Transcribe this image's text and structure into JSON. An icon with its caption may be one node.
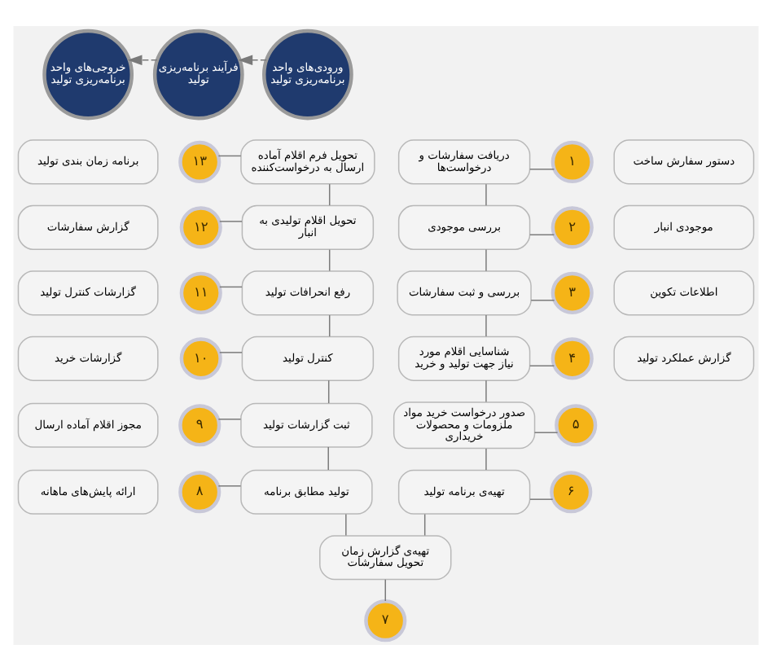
{
  "diagram": {
    "nodes": [
      {
        "text": [
          "ورودی‌های واحد برنامه‌ریزی تولید"
        ]
      },
      {
        "text": [
          "فرآیند برنامه‌ریزی تولید"
        ]
      },
      {
        "text": [
          "خروجی‌های واحد برنامه‌ریزی تولید"
        ]
      },
      {
        "text": [
          "دستور سفارش ساخت"
        ]
      },
      {
        "text": [
          "موجودی انبار"
        ]
      },
      {
        "text": [
          "اطلاعات تکوین"
        ]
      },
      {
        "text": [
          "گزارش عملکرد تولید"
        ]
      },
      {
        "text": [
          "برنامه زمان بندی تولید"
        ]
      },
      {
        "text": [
          "گزارش سفارشات"
        ]
      },
      {
        "text": [
          "گزارشات کنترل تولید"
        ]
      },
      {
        "text": [
          "گزارشات خرید"
        ]
      },
      {
        "text": [
          "مجوز اقلام آماده ارسال"
        ]
      },
      {
        "text": [
          "ارائه پایش‌های ماهانه"
        ]
      },
      {
        "text": [
          "دریافت سفارشات و درخواست‌ها"
        ]
      },
      {
        "text": [
          "۱"
        ]
      },
      {
        "text": [
          "بررسی موجودی"
        ]
      },
      {
        "text": [
          "۲"
        ]
      },
      {
        "text": [
          "بررسی و ثبت سفارشات"
        ]
      },
      {
        "text": [
          "۳"
        ]
      },
      {
        "text": [
          "شناسایی اقلام مورد نیاز جهت تولید و خرید"
        ]
      },
      {
        "text": [
          "۴"
        ]
      },
      {
        "text": [
          "صدور درخواست خرید مواد ملزومات و محصولات خریداری"
        ]
      },
      {
        "text": [
          "۵"
        ]
      },
      {
        "text": [
          "تهیه‌ی برنامه تولید"
        ]
      },
      {
        "text": [
          "۶"
        ]
      },
      {
        "text": [
          "تهیه‌ی گزارش زمان تحویل سفارشات"
        ]
      },
      {
        "text": [
          "۷"
        ]
      },
      {
        "text": [
          "تولید مطابق برنامه"
        ]
      },
      {
        "text": [
          "۸"
        ]
      },
      {
        "text": [
          "ثبت گزارشات تولید"
        ]
      },
      {
        "text": [
          "۹"
        ]
      },
      {
        "text": [
          "کنترل تولید"
        ]
      },
      {
        "text": [
          "۱۰"
        ]
      },
      {
        "text": [
          "رفع انحرافات تولید"
        ]
      },
      {
        "text": [
          "۱۱"
        ]
      },
      {
        "text": [
          "تحویل اقلام تولیدی به انبار"
        ]
      },
      {
        "text": [
          "۱۲"
        ]
      },
      {
        "text": [
          "تحویل فرم اقلام آماده ارسال به درخواست‌کننده"
        ]
      },
      {
        "text": [
          "۱۳"
        ]
      }
    ],
    "edges": [
      {
        "from": 0,
        "to": 1,
        "arrow": "to",
        "style": "dashed"
      },
      {
        "from": 1,
        "to": 2,
        "arrow": "to",
        "style": "dashed"
      },
      {
        "from": 13,
        "to": 14,
        "arrow": "none"
      },
      {
        "from": 15,
        "to": 16,
        "arrow": "none"
      },
      {
        "from": 17,
        "to": 18,
        "arrow": "none"
      },
      {
        "from": 19,
        "to": 20,
        "arrow": "none"
      },
      {
        "from": 21,
        "to": 22,
        "arrow": "none"
      },
      {
        "from": 23,
        "to": 24,
        "arrow": "none"
      },
      {
        "from": 25,
        "to": 26,
        "arrow": "none"
      },
      {
        "from": 27,
        "to": 28,
        "arrow": "none"
      },
      {
        "from": 29,
        "to": 30,
        "arrow": "none"
      },
      {
        "from": 31,
        "to": 32,
        "arrow": "none"
      },
      {
        "from": 33,
        "to": 34,
        "arrow": "none"
      },
      {
        "from": 35,
        "to": 36,
        "arrow": "none"
      },
      {
        "from": 37,
        "to": 38,
        "arrow": "none"
      },
      {
        "from": 13,
        "to": 15,
        "arrow": "none"
      },
      {
        "from": 15,
        "to": 17,
        "arrow": "none"
      },
      {
        "from": 17,
        "to": 19,
        "arrow": "none"
      },
      {
        "from": 19,
        "to": 21,
        "arrow": "none"
      },
      {
        "from": 21,
        "to": 23,
        "arrow": "none"
      },
      {
        "from": 23,
        "to": 25,
        "arrow": "none"
      },
      {
        "from": 27,
        "to": 25,
        "arrow": "none"
      },
      {
        "from": 29,
        "to": 27,
        "arrow": "none"
      },
      {
        "from": 31,
        "to": 29,
        "arrow": "none"
      },
      {
        "from": 33,
        "to": 31,
        "arrow": "none"
      },
      {
        "from": 35,
        "to": 33,
        "arrow": "none"
      },
      {
        "from": 37,
        "to": 35,
        "arrow": "none"
      }
    ]
  }
}
